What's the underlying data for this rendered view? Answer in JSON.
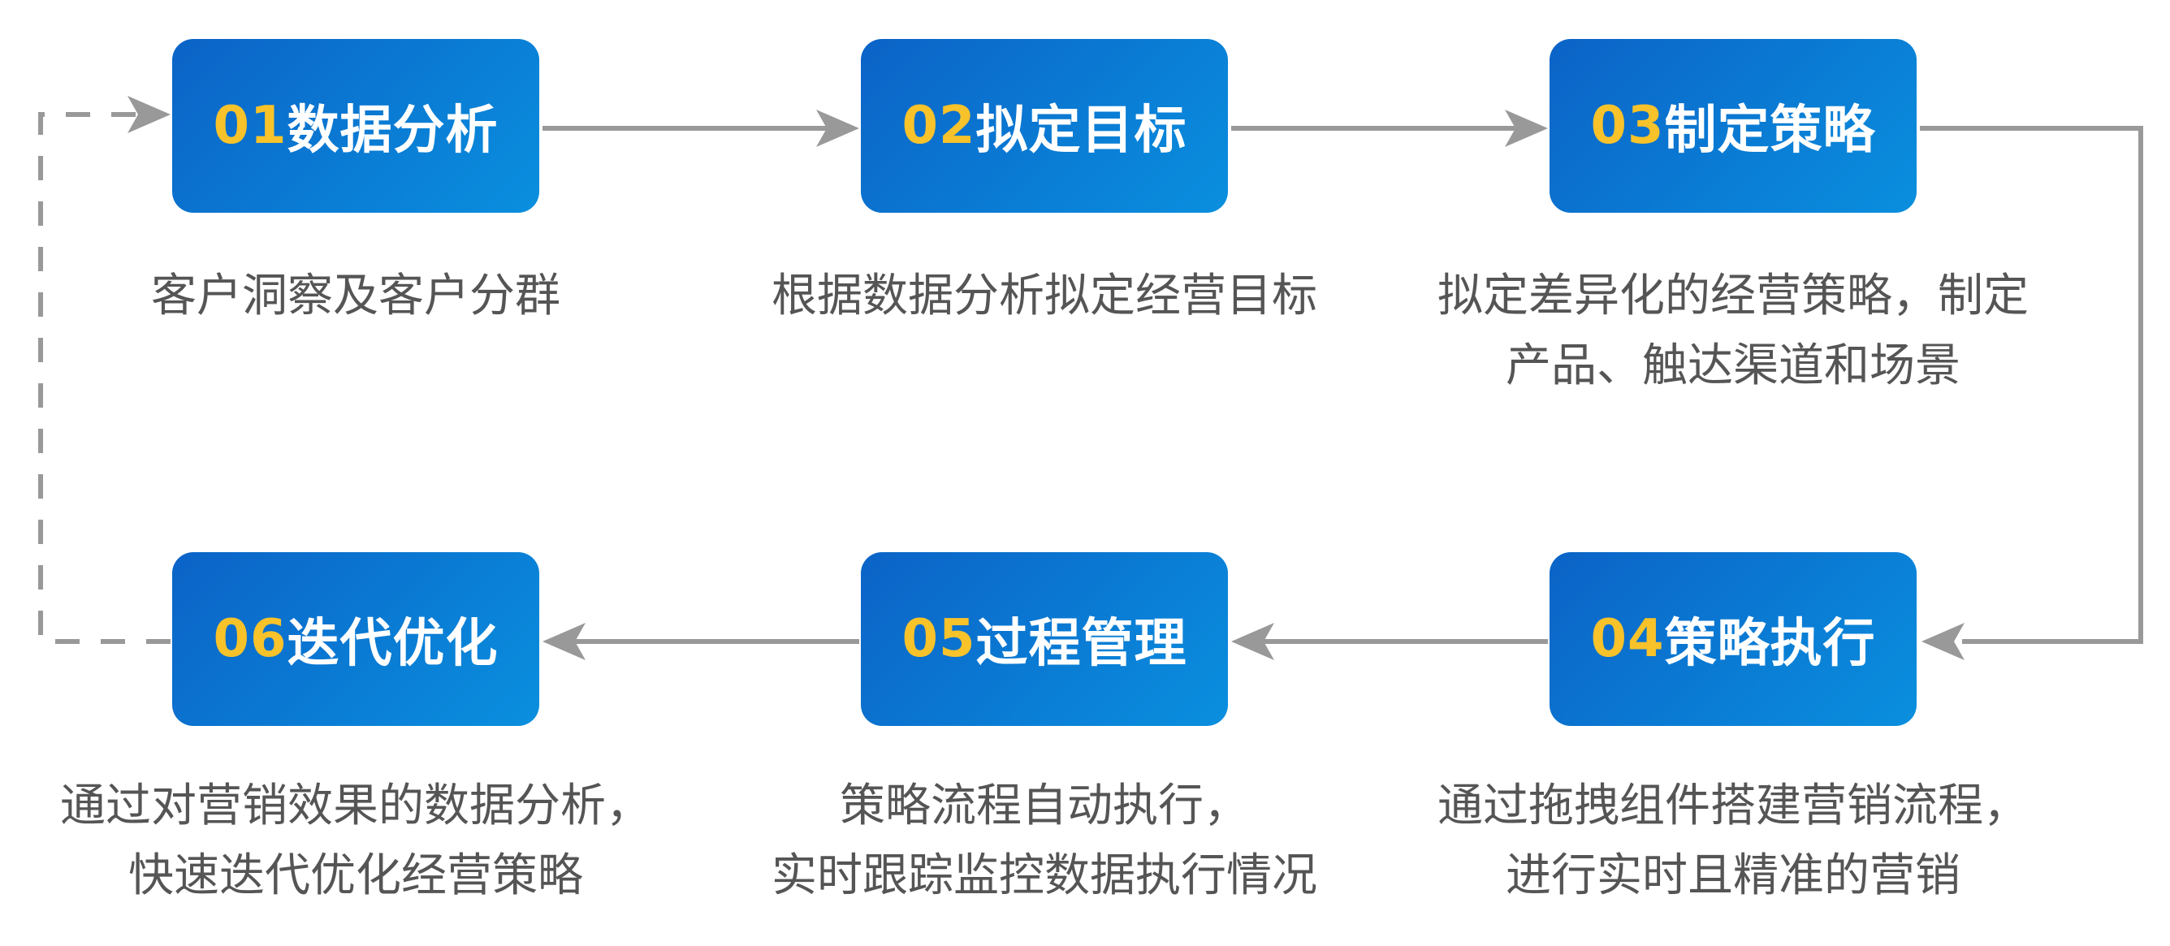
{
  "steps": [
    {
      "number": "01",
      "title": "数据分析",
      "desc": [
        "客户洞察及客户分群"
      ]
    },
    {
      "number": "02",
      "title": "拟定目标",
      "desc": [
        "根据数据分析拟定经营目标"
      ]
    },
    {
      "number": "03",
      "title": "制定策略",
      "desc": [
        "拟定差异化的经营策略，制定",
        "产品、触达渠道和场景"
      ]
    },
    {
      "number": "04",
      "title": "策略执行",
      "desc": [
        "通过拖拽组件搭建营销流程，",
        "进行实时且精准的营销"
      ]
    },
    {
      "number": "05",
      "title": "过程管理",
      "desc": [
        "策略流程自动执行，",
        "实时跟踪监控数据执行情况"
      ]
    },
    {
      "number": "06",
      "title": "迭代优化",
      "desc": [
        "通过对营销效果的数据分析，",
        "快速迭代优化经营策略"
      ]
    }
  ],
  "colors": {
    "box_start": "#0b63c7",
    "box_end": "#0a8fde",
    "number": "#f7c22a",
    "title": "#ffffff",
    "desc": "#555555",
    "connector": "#999999"
  }
}
